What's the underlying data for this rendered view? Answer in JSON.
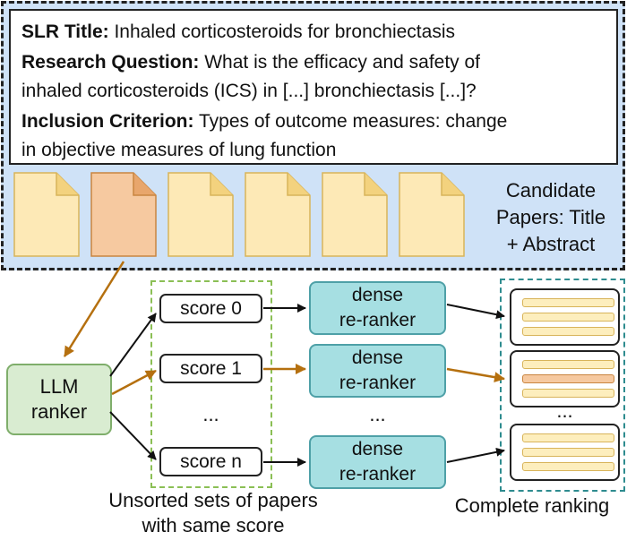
{
  "slr": {
    "title_label": "SLR Title:",
    "title_value": " Inhaled corticosteroids for bronchiectasis",
    "rq_label": "Research Question:",
    "rq_value_1": " What is the efficacy and safety of",
    "rq_value_2": "inhaled corticosteroids (ICS) in [...] bronchiectasis [...]?",
    "ic_label": "Inclusion Criterion:",
    "ic_value_1": " Types of outcome measures: change",
    "ic_value_2": "in objective measures of lung function"
  },
  "candidates": {
    "label_lines": [
      "Candidate",
      "Papers: Title",
      "+ Abstract"
    ],
    "document_count": 6,
    "selected_index": 1
  },
  "llm_ranker": "LLM\nranker",
  "scores": [
    "score 0",
    "score 1",
    "...",
    "score n"
  ],
  "dense_reranker": "dense\nre-ranker",
  "middle_dots": "...",
  "ranking_dots": "...",
  "captions": {
    "unsorted": "Unsorted sets of papers\nwith same score",
    "complete": "Complete ranking"
  },
  "colors": {
    "panel_bg": "#cfe2f7",
    "doc_fill": "#fde9b6",
    "doc_selected_fill": "#f6c9a0",
    "llm_fill": "#d9ecd1",
    "dense_fill": "#a6dfe2",
    "flow_arrow": "#b5700f",
    "plain_arrow": "#111111"
  }
}
